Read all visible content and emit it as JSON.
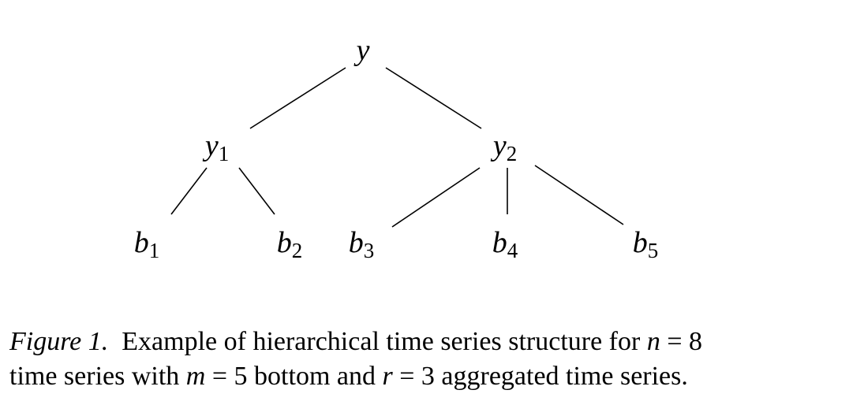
{
  "diagram": {
    "nodes": [
      {
        "id": "y",
        "base": "y",
        "sub": ""
      },
      {
        "id": "y1",
        "base": "y",
        "sub": "1"
      },
      {
        "id": "y2",
        "base": "y",
        "sub": "2"
      },
      {
        "id": "b1",
        "base": "b",
        "sub": "1"
      },
      {
        "id": "b2",
        "base": "b",
        "sub": "2"
      },
      {
        "id": "b3",
        "base": "b",
        "sub": "3"
      },
      {
        "id": "b4",
        "base": "b",
        "sub": "4"
      },
      {
        "id": "b5",
        "base": "b",
        "sub": "5"
      }
    ],
    "edges": [
      [
        "y",
        "y1"
      ],
      [
        "y",
        "y2"
      ],
      [
        "y1",
        "b1"
      ],
      [
        "y1",
        "b2"
      ],
      [
        "y2",
        "b3"
      ],
      [
        "y2",
        "b4"
      ],
      [
        "y2",
        "b5"
      ]
    ]
  },
  "caption": {
    "label": "Figure 1.",
    "part1": "Example of hierarchical time series structure for",
    "n_var": "n",
    "eq1": "= 8",
    "part2": "time series with",
    "m_var": "m",
    "eq2": "= 5",
    "part3": "bottom and",
    "r_var": "r",
    "eq3": "= 3",
    "part4": "aggregated time series."
  }
}
